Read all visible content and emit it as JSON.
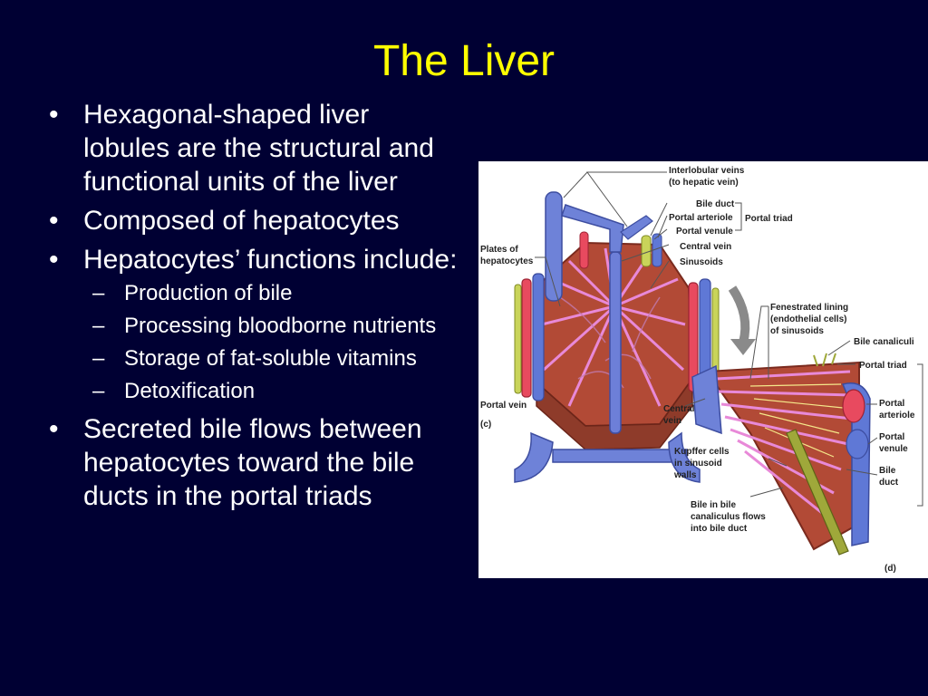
{
  "slide": {
    "title": "The Liver",
    "bullet_glyph": "•",
    "dash_glyph": "–",
    "bullets": [
      "Hexagonal-shaped liver lobules are the structural and functional units of the liver",
      "Composed of hepatocytes",
      "Hepatocytes’ functions include:",
      "Secreted bile flows between hepatocytes toward the bile ducts in the portal triads"
    ],
    "sub_bullets": [
      "Production of bile",
      "Processing bloodborne nutrients",
      "Storage of fat-soluble vitamins",
      "Detoxification"
    ]
  },
  "figure": {
    "labels": {
      "interlobular_veins_1": "Interlobular veins",
      "interlobular_veins_2": "(to hepatic vein)",
      "bile_duct": "Bile duct",
      "portal_arteriole": "Portal arteriole",
      "portal_venule": "Portal venule",
      "portal_triad": "Portal triad",
      "central_vein": "Central vein",
      "sinusoids": "Sinusoids",
      "plates_1": "Plates of",
      "plates_2": "hepatocytes",
      "fenestrated_1": "Fenestrated lining",
      "fenestrated_2": "(endothelial cells)",
      "fenestrated_3": "of sinusoids",
      "bile_canaliculi": "Bile canaliculi",
      "portal_triad_d": "Portal triad",
      "portal_vein": "Portal vein",
      "panel_c": "(c)",
      "central_1": "Central",
      "central_2": "vein",
      "portal_arteriole_d_1": "Portal",
      "portal_arteriole_d_2": "arteriole",
      "portal_venule_d_1": "Portal",
      "portal_venule_d_2": "venule",
      "bile_duct_d_1": "Bile",
      "bile_duct_d_2": "duct",
      "kupffer_1": "Kupffer cells",
      "kupffer_2": "in sinusoid",
      "kupffer_3": "walls",
      "bile_flow_1": "Bile in bile",
      "bile_flow_2": "canaliculus flows",
      "bile_flow_3": "into bile duct",
      "panel_d": "(d)"
    }
  }
}
